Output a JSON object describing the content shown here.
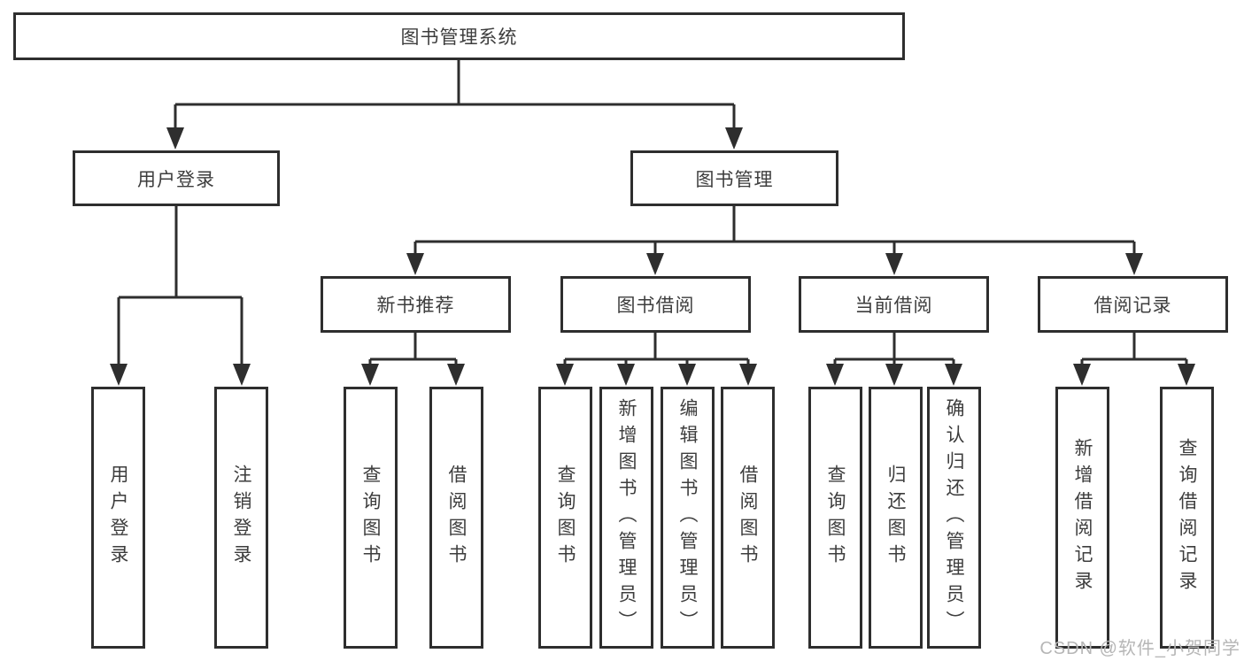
{
  "diagram": {
    "title_note": "功能结构图 (functional structure tree)",
    "root": {
      "label": "图书管理系统"
    },
    "branches": [
      {
        "label": "用户登录",
        "children": [
          {
            "label": "用户登录"
          },
          {
            "label": "注销登录"
          }
        ]
      },
      {
        "label": "图书管理",
        "children": [
          {
            "label": "新书推荐",
            "children": [
              {
                "label": "查询图书"
              },
              {
                "label": "借阅图书"
              }
            ]
          },
          {
            "label": "图书借阅",
            "children": [
              {
                "label": "查询图书"
              },
              {
                "label": "新增图书（管理员）"
              },
              {
                "label": "编辑图书（管理员）"
              },
              {
                "label": "借阅图书"
              }
            ]
          },
          {
            "label": "当前借阅",
            "children": [
              {
                "label": "查询图书"
              },
              {
                "label": "归还图书"
              },
              {
                "label": "确认归还（管理员）"
              }
            ]
          },
          {
            "label": "借阅记录",
            "children": [
              {
                "label": "新增借阅记录"
              },
              {
                "label": "查询借阅记录"
              }
            ]
          }
        ]
      }
    ],
    "watermark": "CSDN @软件_小贺同学",
    "colors": {
      "line": "#2e2e2e",
      "box_border": "#2e2e2e",
      "box_background": "#ffffff",
      "text": "#3d3d3d",
      "watermark": "#b6b6b6",
      "background": "#ffffff"
    }
  }
}
